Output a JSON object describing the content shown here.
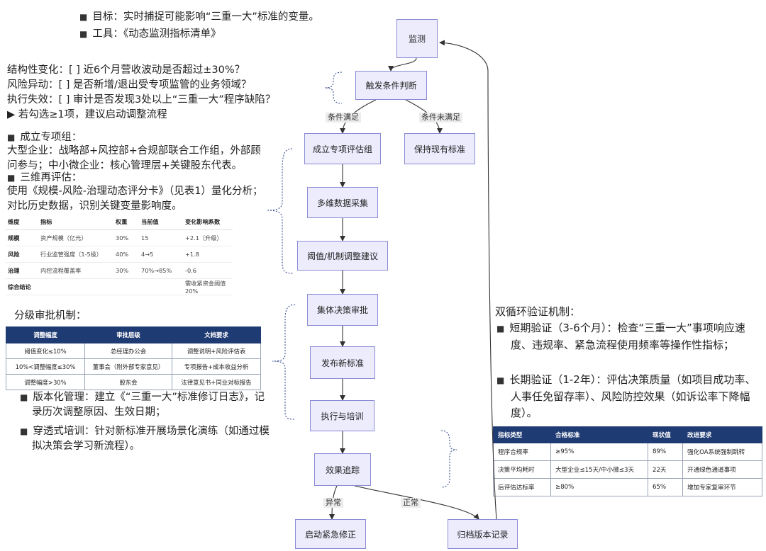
{
  "top_notes": {
    "goal": "目标：实时捕捉可能影响“三重一大”标准的变量。",
    "tool": "工具：《动态监测指标清单》"
  },
  "checklist": {
    "line1": "结构性变化：[ ] 近6个月营收波动是否超过±30%？",
    "line2": "风险异动：[ ] 是否新增/退出受专项监管的业务领域？",
    "line3": "执行失效：[ ] 审计是否发现3处以上“三重一大”程序缺陷？",
    "line4": "▶ 若勾选≥1项，建议启动调整流程"
  },
  "team": {
    "head": "成立专项组：",
    "body": "大型企业：战略部+风控部+合规部联合工作组，外部顾问参与；中小微企业：核心管理层+关键股东代表。",
    "head2": "三维再评估：",
    "body2": "使用《规模-风险-治理动态评分卡》（见表1）量化分析；对比历史数据，识别关键变量影响度。"
  },
  "score_table": {
    "headers": [
      "维度",
      "指标",
      "权重",
      "当前值",
      "变化影响系数"
    ],
    "rows": [
      [
        "规模",
        "资产规模（亿元）",
        "30%",
        "15",
        "+2.1（升级）"
      ],
      [
        "风险",
        "行业监管强度（1-5级）",
        "40%",
        "4→5",
        "+1.8"
      ],
      [
        "治理",
        "内控流程覆盖率",
        "30%",
        "70%→85%",
        "-0.6"
      ]
    ],
    "summary_label": "综合结论",
    "summary_value": "需收紧资金阈值20%"
  },
  "approval": {
    "title": "分级审批机制：",
    "headers": [
      "调整幅度",
      "审批层级",
      "文档要求"
    ],
    "rows": [
      [
        "阈值变化≤10%",
        "总经理办公会",
        "调整说明+风险评估表"
      ],
      [
        "10%<调整幅度≤30%",
        "董事会（附外部专家意见）",
        "专项报告+成本收益分析"
      ],
      [
        "调整幅度>30%",
        "股东会",
        "法律意见书+同业对标报告"
      ]
    ]
  },
  "versioning": {
    "item1": "版本化管理：建立《“三重一大”标准修订日志》，记录历次调整原因、生效日期；",
    "item2": "穿透式培训：针对新标准开展场景化演练（如通过模拟决策会学习新流程）。"
  },
  "dual_loop": {
    "title": "双循环验证机制：",
    "item1": "短期验证（3-6个月）：检查“三重一大”事项响应速度、违规率、紧急流程使用频率等操作性指标；",
    "item2": "长期验证（1-2年）：评估决策质量（如项目成功率、人事任免留存率）、风险防控效果（如诉讼率下降幅度）。"
  },
  "metrics_table": {
    "headers": [
      "指标类型",
      "合格标准",
      "现状值",
      "改进要求"
    ],
    "rows": [
      [
        "程序合规率",
        "≥95%",
        "89%",
        "强化OA系统强制跳转"
      ],
      [
        "决策平均耗时",
        "大型企业≤15天/中小微≤3天",
        "22天",
        "开通绿色通道事项"
      ],
      [
        "后评估达标率",
        "≥80%",
        "65%",
        "增加专家复审环节"
      ]
    ]
  },
  "flow": {
    "monitor": "监测",
    "trigger": "触发条件判断",
    "form_team": "成立专项评估组",
    "keep": "保持现有标准",
    "collect": "多维数据采集",
    "adjust": "阈值/机制调整建议",
    "decide": "集体决策审批",
    "publish": "发布新标准",
    "execute": "执行与培训",
    "track": "效果追踪",
    "emergency": "启动紧急修正",
    "archive": "归档版本记录",
    "edge_met": "条件满足",
    "edge_unmet": "条件未满足",
    "edge_abnormal": "异常",
    "edge_normal": "正常"
  },
  "colors": {
    "node_fill": "#ececfd",
    "node_border": "#8b8bd6",
    "table_header": "#1f3b73",
    "brace": "#3b4f8f"
  }
}
